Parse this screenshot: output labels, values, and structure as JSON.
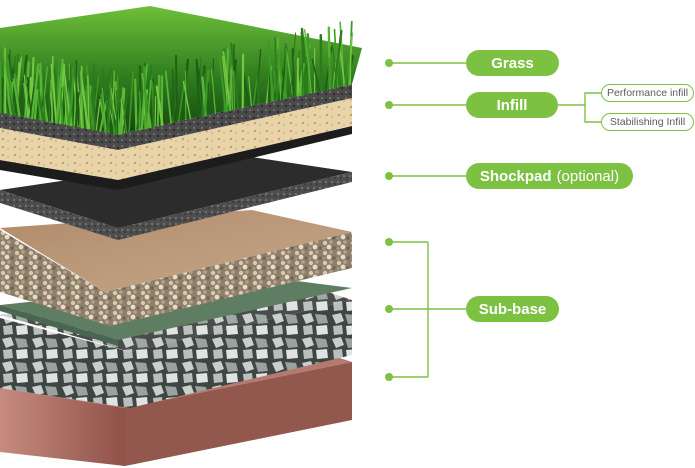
{
  "colors": {
    "accent": "#7dc143",
    "pill_text": "#ffffff",
    "tag_text": "#5b5b5b",
    "grass": "#2f7d1e",
    "shockpad": "#2c2c2c",
    "sand": "#b89574",
    "membrane": "#5f7d62",
    "stone": "#9aa3a0",
    "soil": "#a2685f"
  },
  "layers": {
    "grass": {
      "label": "Grass"
    },
    "infill": {
      "label": "Infill",
      "sub": [
        "Performance infill",
        "Stabilishing Infill"
      ]
    },
    "shockpad": {
      "label": "Shockpad",
      "note": "(optional)"
    },
    "subbase": {
      "label": "Sub-base"
    }
  }
}
